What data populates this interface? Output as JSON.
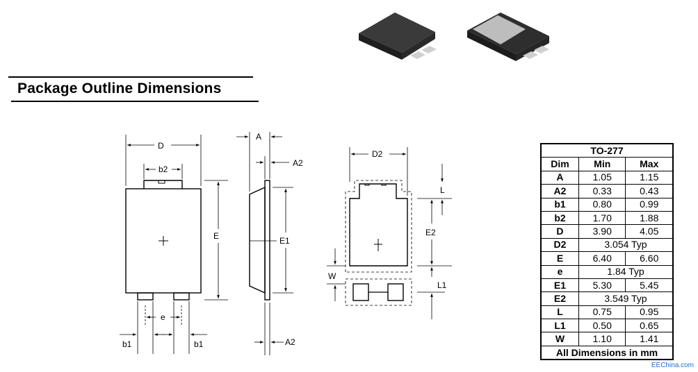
{
  "heading": "Package Outline Dimensions",
  "labels": {
    "D": "D",
    "b2": "b2",
    "E": "E",
    "e": "e",
    "b1_left": "b1",
    "b1_right": "b1",
    "A": "A",
    "A2_top": "A2",
    "E1": "E1",
    "A2_bottom": "A2",
    "D2": "D2",
    "L": "L",
    "E2": "E2",
    "W": "W",
    "L1": "L1"
  },
  "table": {
    "title": "TO-277",
    "headers": [
      "Dim",
      "Min",
      "Max"
    ],
    "rows": [
      {
        "dim": "A",
        "min": "1.05",
        "max": "1.15"
      },
      {
        "dim": "A2",
        "min": "0.33",
        "max": "0.43"
      },
      {
        "dim": "b1",
        "min": "0.80",
        "max": "0.99"
      },
      {
        "dim": "b2",
        "min": "1.70",
        "max": "1.88"
      },
      {
        "dim": "D",
        "min": "3.90",
        "max": "4.05"
      },
      {
        "dim": "D2",
        "typ": "3.054 Typ"
      },
      {
        "dim": "E",
        "min": "6.40",
        "max": "6.60"
      },
      {
        "dim": "e",
        "typ": "1.84 Typ"
      },
      {
        "dim": "E1",
        "min": "5.30",
        "max": "5.45"
      },
      {
        "dim": "E2",
        "typ": "3.549 Typ"
      },
      {
        "dim": "L",
        "min": "0.75",
        "max": "0.95"
      },
      {
        "dim": "L1",
        "min": "0.50",
        "max": "0.65"
      },
      {
        "dim": "W",
        "min": "1.10",
        "max": "1.41"
      }
    ],
    "footer": "All Dimensions in mm"
  },
  "watermark": "EEChina.com",
  "colors": {
    "package_body": "#2b2b2b",
    "package_pad": "#c8c8c8",
    "line": "#000000"
  }
}
